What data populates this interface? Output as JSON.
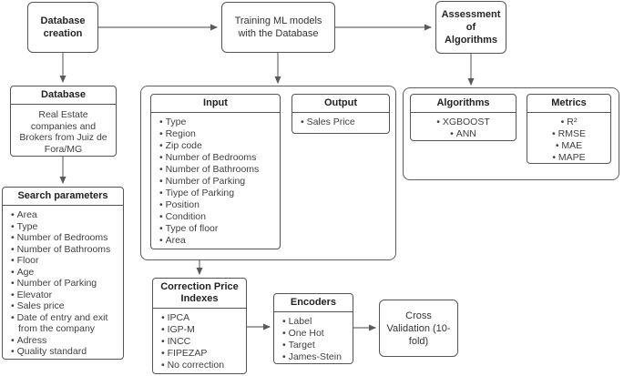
{
  "nodes": {
    "database_creation": {
      "label": "Database creation"
    },
    "training": {
      "label": "Training ML models with the Database"
    },
    "assessment": {
      "label": "Assessment of Algorithms"
    },
    "database": {
      "title": "Database",
      "body": "Real Estate companies and Brokers from Juiz de Fora/MG"
    },
    "search_parameters": {
      "title": "Search parameters",
      "items": [
        "Area",
        "Type",
        "Number of Bedrooms",
        "Number of Bathrooms",
        "Floor",
        "Age",
        "Number of Parking",
        "Elevator",
        "Sales price",
        "Date of entry and exit from the company",
        "Adress",
        "Quality standard"
      ]
    },
    "input": {
      "title": "Input",
      "items": [
        "Type",
        "Region",
        "Zip code",
        "Number of Bedrooms",
        "Number of Bathrooms",
        "Number of Parking",
        "Tiype of Parking",
        "Position",
        "Condition",
        "Type of floor",
        "Area"
      ]
    },
    "output": {
      "title": "Output",
      "items": [
        "Sales Price"
      ]
    },
    "algorithms": {
      "title": "Algorithms",
      "items": [
        "XGBOOST",
        "ANN"
      ]
    },
    "metrics": {
      "title": "Metrics",
      "items": [
        "R²",
        "RMSE",
        "MAE",
        "MAPE"
      ]
    },
    "correction_price_indexes": {
      "title": "Correction Price Indexes",
      "items": [
        "IPCA",
        "IGP-M",
        "INCC",
        "FIPEZAP",
        "No correction"
      ]
    },
    "encoders": {
      "title": "Encoders",
      "items": [
        "Label",
        "One Hot",
        "Target",
        "James-Stein"
      ]
    },
    "cross_validation": {
      "label": "Cross Validation (10-fold)"
    }
  },
  "colors": {
    "background": "#ffffff",
    "node_border": "#545454",
    "container_border": "#5e5e5e",
    "arrow_line": "#828282",
    "arrow_head": "#5a5a5a",
    "header_text": "#222222",
    "body_text": "#404040"
  }
}
